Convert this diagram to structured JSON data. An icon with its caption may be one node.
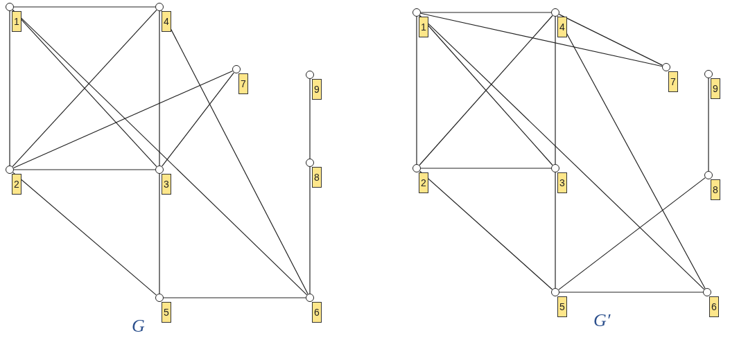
{
  "diagram": {
    "nodes": [
      {
        "text": [],
        "shape": "circle",
        "beside": [
          "1"
        ]
      },
      {
        "text": [],
        "shape": "circle",
        "beside": [
          "4"
        ]
      },
      {
        "text": [],
        "shape": "circle",
        "beside": [
          "7"
        ]
      },
      {
        "text": [],
        "shape": "circle",
        "beside": [
          "9"
        ]
      },
      {
        "text": [],
        "shape": "circle",
        "beside": [
          "2"
        ]
      },
      {
        "text": [],
        "shape": "circle",
        "beside": [
          "3"
        ]
      },
      {
        "text": [],
        "shape": "circle",
        "beside": [
          "8"
        ]
      },
      {
        "text": [],
        "shape": "circle",
        "beside": [
          "5"
        ]
      },
      {
        "text": [],
        "shape": "circle",
        "beside": [
          "6"
        ]
      },
      {
        "text": [],
        "shape": "circle",
        "beside": [
          "1"
        ]
      },
      {
        "text": [],
        "shape": "circle",
        "beside": [
          "4"
        ]
      },
      {
        "text": [],
        "shape": "circle",
        "beside": [
          "7"
        ]
      },
      {
        "text": [],
        "shape": "circle",
        "beside": [
          "9"
        ]
      },
      {
        "text": [],
        "shape": "circle",
        "beside": [
          "2"
        ]
      },
      {
        "text": [],
        "shape": "circle",
        "beside": [
          "3"
        ]
      },
      {
        "text": [],
        "shape": "circle",
        "beside": [
          "8"
        ]
      },
      {
        "text": [],
        "shape": "circle",
        "beside": [
          "5"
        ]
      },
      {
        "text": [],
        "shape": "circle",
        "beside": [
          "6"
        ]
      }
    ],
    "edges": [
      {
        "from": 0,
        "to": 1,
        "arrow": "none"
      },
      {
        "from": 0,
        "to": 4,
        "arrow": "none"
      },
      {
        "from": 0,
        "to": 5,
        "arrow": "none"
      },
      {
        "from": 0,
        "to": 8,
        "arrow": "none"
      },
      {
        "from": 1,
        "to": 4,
        "arrow": "none"
      },
      {
        "from": 1,
        "to": 5,
        "arrow": "none"
      },
      {
        "from": 1,
        "to": 8,
        "arrow": "none"
      },
      {
        "from": 4,
        "to": 2,
        "arrow": "none"
      },
      {
        "from": 4,
        "to": 5,
        "arrow": "none"
      },
      {
        "from": 5,
        "to": 2,
        "arrow": "none"
      },
      {
        "from": 4,
        "to": 7,
        "arrow": "none"
      },
      {
        "from": 5,
        "to": 7,
        "arrow": "none"
      },
      {
        "from": 7,
        "to": 8,
        "arrow": "none"
      },
      {
        "from": 3,
        "to": 6,
        "arrow": "none"
      },
      {
        "from": 6,
        "to": 8,
        "arrow": "none"
      },
      {
        "from": 9,
        "to": 10,
        "arrow": "none"
      },
      {
        "from": 9,
        "to": 11,
        "arrow": "none"
      },
      {
        "from": 10,
        "to": 11,
        "arrow": "none"
      },
      {
        "from": 9,
        "to": 13,
        "arrow": "none"
      },
      {
        "from": 9,
        "to": 14,
        "arrow": "none"
      },
      {
        "from": 9,
        "to": 17,
        "arrow": "none"
      },
      {
        "from": 10,
        "to": 13,
        "arrow": "none"
      },
      {
        "from": 10,
        "to": 14,
        "arrow": "none"
      },
      {
        "from": 10,
        "to": 17,
        "arrow": "none"
      },
      {
        "from": 13,
        "to": 14,
        "arrow": "none"
      },
      {
        "from": 13,
        "to": 16,
        "arrow": "none"
      },
      {
        "from": 14,
        "to": 16,
        "arrow": "none"
      },
      {
        "from": 16,
        "to": 17,
        "arrow": "none"
      },
      {
        "from": 16,
        "to": 15,
        "arrow": "none"
      },
      {
        "from": 12,
        "to": 15,
        "arrow": "none"
      }
    ],
    "labels": [
      "G",
      "G′"
    ]
  }
}
